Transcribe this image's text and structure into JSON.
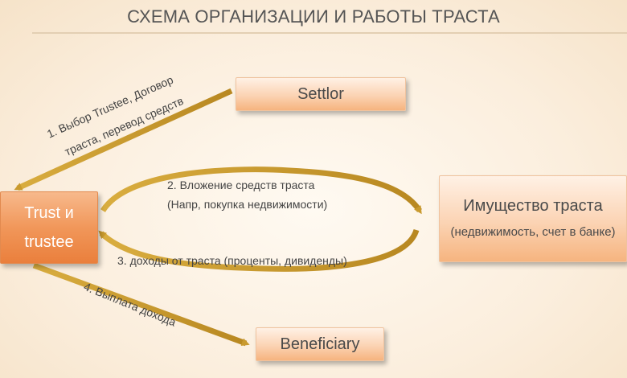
{
  "title": "СХЕМА ОРГАНИЗАЦИИ И РАБОТЫ ТРАСТА",
  "nodes": {
    "settlor": "Settlor",
    "trust_line1": "Trust и",
    "trust_line2": "trustee",
    "property_title": "Имущество траста",
    "property_sub": "(недвижимость, счет в банке)",
    "beneficiary": "Beneficiary"
  },
  "edges": {
    "e1_line1": "1. Выбор Trustee, Договор",
    "e1_line2": "траста, перевод средств",
    "e2_line1": "2.   Вложение средств траста",
    "e2_line2": "(Напр, покупка недвижимости)",
    "e3": "3. доходы от траста (проценты, дивиденды)",
    "e4": "4. Выплата дохода"
  },
  "colors": {
    "arrow": "#c99a2e",
    "accent": "#f09a5e"
  }
}
